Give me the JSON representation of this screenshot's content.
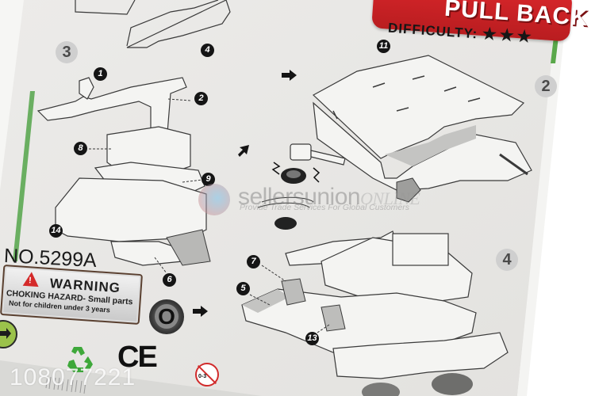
{
  "banner": {
    "title": "PULL BACK",
    "difficulty_label": "DIFFICULTY:",
    "difficulty_stars": "★★★",
    "color": "#c9211f"
  },
  "steps": [
    {
      "number": "3"
    },
    {
      "number": "2"
    },
    {
      "number": "4"
    }
  ],
  "part_numbers": [
    "1",
    "2",
    "4",
    "5",
    "6",
    "7",
    "8",
    "9",
    "11",
    "13",
    "14"
  ],
  "product": {
    "model_number": "NO.5299A"
  },
  "warning": {
    "title": "WARNING",
    "line1": "CHOKING HAZARD- Small parts",
    "line2": "Not for children under 3 years"
  },
  "certifications": {
    "ce_mark": "CE",
    "age_label": "0-3",
    "recycle_icon": "recycle-icon",
    "green_dot_icon": "green-dot-icon"
  },
  "o_ring_label": "O",
  "watermark": {
    "brand": "sellersunion",
    "brand_suffix": "ONLINE",
    "tagline": "Provide Trade Services For Global Customers",
    "id": "108077221"
  },
  "colors": {
    "panel": "#e9e8e6",
    "line_art": "#3a3a3a",
    "badge_gray": "#cfcfcf",
    "warning_red": "#d42a2a",
    "recycle_green": "#3ea83a"
  }
}
